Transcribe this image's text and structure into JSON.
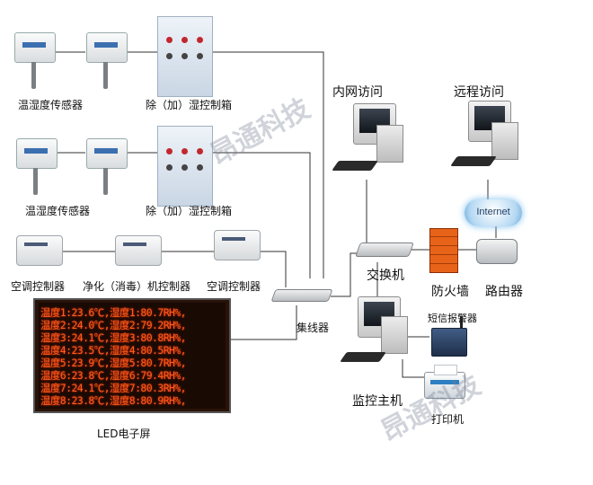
{
  "labels": {
    "sensor_group_1": "温湿度传感器",
    "sensor_group_2": "温湿度传感器",
    "humidity_box_1": "除（加）湿控制箱",
    "humidity_box_2": "除（加）湿控制箱",
    "ac_controller_left": "空调控制器",
    "purifier_controller": "净化（消毒）机控制器",
    "ac_controller_right": "空调控制器",
    "hub": "集线器",
    "intranet_access": "内网访问",
    "remote_access": "远程访问",
    "internet": "Internet",
    "switch": "交换机",
    "firewall": "防火墙",
    "router": "路由器",
    "sms_alarm": "短信报警器",
    "monitor_host": "监控主机",
    "printer": "打印机",
    "led_screen": "LED电子屏"
  },
  "led_rows": [
    "温度1:23.6℃,湿度1:80.7RH%,",
    "温度2:24.0℃,湿度2:79.2RH%,",
    "温度3:24.1℃,湿度3:80.8RH%,",
    "温度4:23.5℃,湿度4:80.5RH%,",
    "温度5:23.9℃,湿度5:80.7RH%,",
    "温度6:23.8℃,湿度6:79.4RH%,",
    "温度7:24.1℃,湿度7:80.3RH%,",
    "温度8:23.8℃,湿度8:80.9RH%,"
  ],
  "watermarks": [
    "昂通科技",
    "昂通科技"
  ],
  "colors": {
    "led_text": "#ff5d1e",
    "firewall": "#e8631a",
    "wire": "#333333"
  }
}
